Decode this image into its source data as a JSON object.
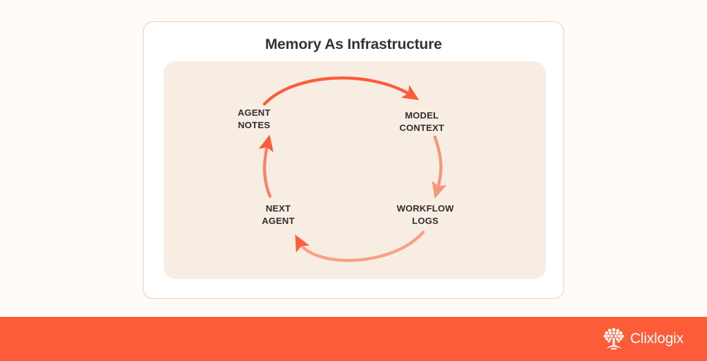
{
  "page": {
    "background_color": "#FEFBF8"
  },
  "card": {
    "title": "Memory As Infrastructure",
    "background_color": "#FFFFFF",
    "border_color": "#F7C9AE"
  },
  "panel": {
    "background_color": "#F8EDE3"
  },
  "diagram": {
    "type": "cycle",
    "accent_color": "#FB5D3B",
    "accent_light_color": "#F79D7E",
    "label_color": "#2E2E30",
    "nodes": [
      {
        "id": "agent-notes",
        "line1": "AGENT",
        "line2": "NOTES"
      },
      {
        "id": "model-context",
        "line1": "MODEL",
        "line2": "CONTEXT"
      },
      {
        "id": "workflow-logs",
        "line1": "WORKFLOW",
        "line2": "LOGS"
      },
      {
        "id": "next-agent",
        "line1": "NEXT",
        "line2": "AGENT"
      }
    ],
    "arrows": [
      {
        "id": "agent-notes-to-model-context",
        "from": "agent-notes",
        "to": "model-context",
        "color": "#FB5D3B"
      },
      {
        "id": "model-context-to-workflow-logs",
        "from": "model-context",
        "to": "workflow-logs",
        "color": "#F5977A"
      },
      {
        "id": "workflow-logs-to-next-agent",
        "from": "workflow-logs",
        "to": "next-agent",
        "color": "#F8A183"
      },
      {
        "id": "next-agent-to-agent-notes",
        "from": "next-agent",
        "to": "agent-notes",
        "color": "#F58465"
      }
    ]
  },
  "footer": {
    "background_color": "#FC5C38",
    "brand_name": "Clixlogix",
    "logo_icon": "tree-icon"
  }
}
